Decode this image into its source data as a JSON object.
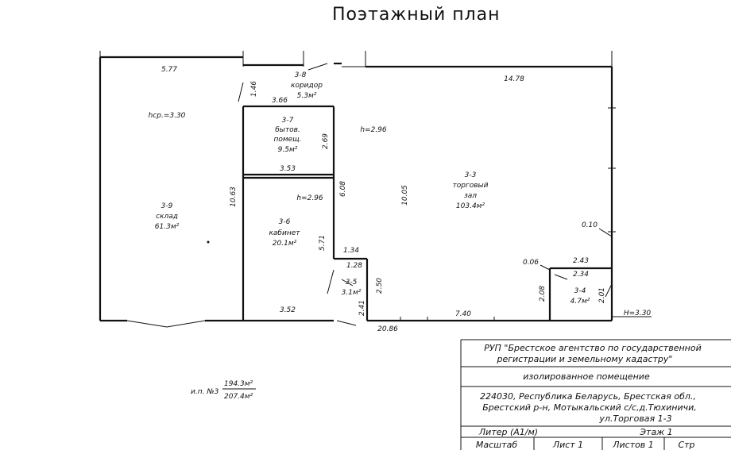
{
  "title": "Поэтажный план",
  "height_note": "H=3.30",
  "rooms": [
    {
      "num": "3-8",
      "name": "коридор",
      "area": "5.3м²"
    },
    {
      "num": "3-7",
      "name_line1": "бытов.",
      "name_line2": "помещ.",
      "area": "9.5м²"
    },
    {
      "num": "3-3",
      "name_line1": "торговый",
      "name_line2": "зал",
      "area": "103.4м²"
    },
    {
      "num": "3-9",
      "name": "склад",
      "area": "61.3м²"
    },
    {
      "num": "3-6",
      "name": "кабинет",
      "area": "20.1м²"
    },
    {
      "num": "3-5",
      "area": "3.1м²"
    },
    {
      "num": "3-4",
      "area": "4.7м²"
    }
  ],
  "heights": {
    "hsr": "hср.=3.30",
    "h1": "h=2.96",
    "h2": "h=2.96"
  },
  "dimensions": {
    "d577": "5.77",
    "d1478": "14.78",
    "d146": "1.46",
    "d366": "3.66",
    "d269": "2.69",
    "d353": "3.53",
    "d1063": "10.63",
    "d608": "6.08",
    "d1005": "10.05",
    "d571": "5.71",
    "d134": "1.34",
    "d128": "1.28",
    "d250": "2.50",
    "d241": "2.41",
    "d352": "3.52",
    "d2086": "20.86",
    "d740": "7.40",
    "d010": "0.10",
    "d006": "0.06",
    "d243": "2.43",
    "d234": "2.34",
    "d208": "2.08",
    "d201": "2.01"
  },
  "ip": {
    "label": "и.п. №3",
    "area1": "194.3м²",
    "area2": "207.4м²"
  },
  "stamp": {
    "org_line1": "РУП \"Брестское агентство по государственной",
    "org_line2": "регистрации и земельному кадастру\"",
    "object": "изолированное помещение",
    "addr_line1": "224030, Республика Беларусь, Брестская обл.,",
    "addr_line2": "Брестский р-н, Мотыкальский с/с,д.Тюхиничи,",
    "addr_line3": "ул.Торговая 1-3",
    "liter": "Литер (А1/м)",
    "floor": "Этаж 1",
    "scale": "Масштаб",
    "sheet": "Лист 1",
    "sheets": "Листов 1",
    "page": "Стр"
  }
}
